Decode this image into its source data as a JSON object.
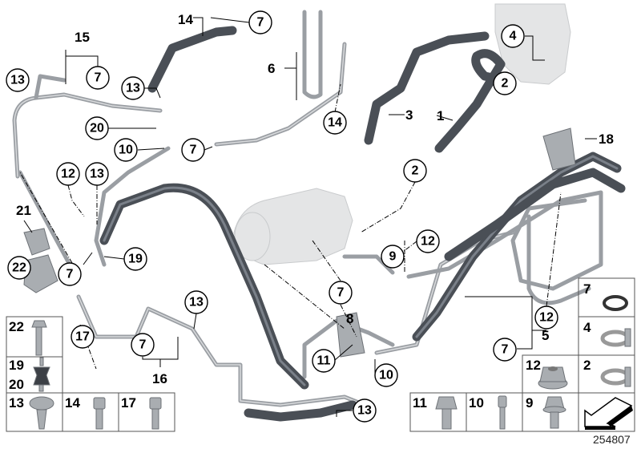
{
  "diagram": {
    "reference_number": "254807",
    "callouts": {
      "c14_top": "14",
      "c7_top": "7",
      "c15": "15",
      "c7_15": "7",
      "c13_topleft": "13",
      "c13_mid": "13",
      "c20": "20",
      "c6": "6",
      "c14_mid": "14",
      "c4": "4",
      "c2_top": "2",
      "c3": "3",
      "c1": "1",
      "c10_top": "10",
      "c7_mid": "7",
      "c2_mid": "2",
      "c18": "18",
      "c12_left": "12",
      "c13_left": "13",
      "c21": "21",
      "c22": "22",
      "c7_left": "7",
      "c19": "19",
      "c9": "9",
      "c12_center": "12",
      "c7_pump": "7",
      "c8": "8",
      "c12_right": "12",
      "c5": "5",
      "c7_5": "7",
      "c13_lower": "13",
      "c17": "17",
      "c7_16": "7",
      "c16": "16",
      "c11": "11",
      "c10_lower": "10",
      "c13_bottom": "13"
    },
    "legend_left": [
      {
        "label": "22",
        "part": "flange-bolt"
      },
      {
        "label": "19",
        "label2": "20",
        "part": "rubber-mount"
      },
      {
        "label": "13",
        "part": "torx-screw"
      },
      {
        "label": "14",
        "part": "socket-head-screw"
      },
      {
        "label": "17",
        "part": "socket-head-screw"
      }
    ],
    "legend_right": [
      {
        "label": "7",
        "part": "o-ring"
      },
      {
        "label": "4",
        "part": "hose-clamp"
      },
      {
        "label": "12",
        "part": "collar-nut"
      },
      {
        "label": "2",
        "part": "hose-clamp"
      },
      {
        "label": "11",
        "part": "hex-bolt"
      },
      {
        "label": "10",
        "part": "socket-head-screw"
      },
      {
        "label": "9",
        "part": "flange-bolt"
      },
      {
        "label": "",
        "part": "direction-arrow"
      }
    ],
    "colors": {
      "hose": "#4a4f56",
      "pipe": "#9a9ea3",
      "ghost": "#e4e5e6"
    }
  }
}
